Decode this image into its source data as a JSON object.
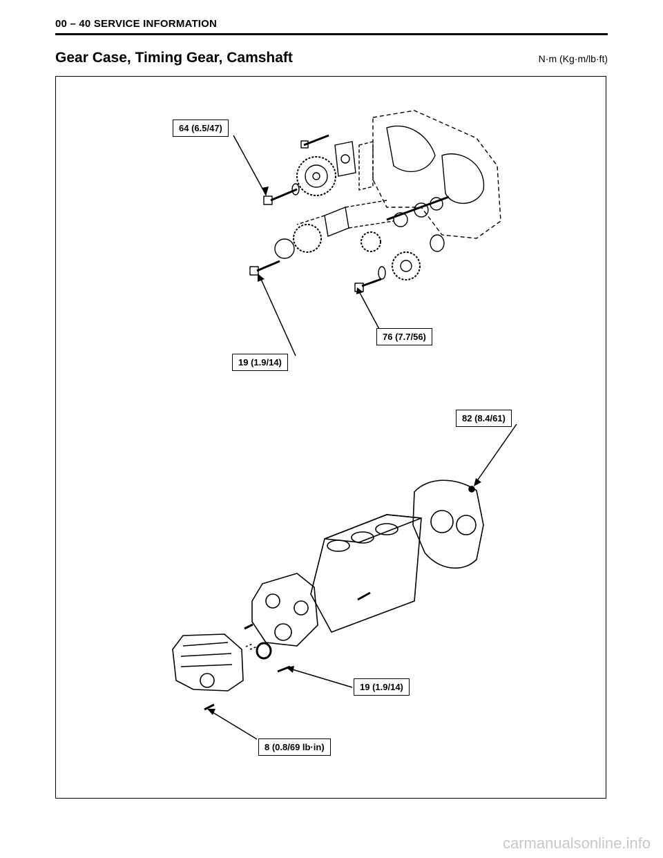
{
  "header": {
    "section": "00 – 40 SERVICE INFORMATION"
  },
  "title": "Gear Case, Timing Gear, Camshaft",
  "units": "N·m (Kg·m/lb·ft)",
  "callouts": [
    {
      "id": "c1",
      "text": "64 (6.5/47)"
    },
    {
      "id": "c2",
      "text": "19 (1.9/14)"
    },
    {
      "id": "c3",
      "text": "76 (7.7/56)"
    },
    {
      "id": "c4",
      "text": "82 (8.4/61)"
    },
    {
      "id": "c5",
      "text": "19 (1.9/14)"
    },
    {
      "id": "c6",
      "text": "8 (0.8/69 lb·in)"
    }
  ],
  "watermark": "carmanualsonline.info"
}
